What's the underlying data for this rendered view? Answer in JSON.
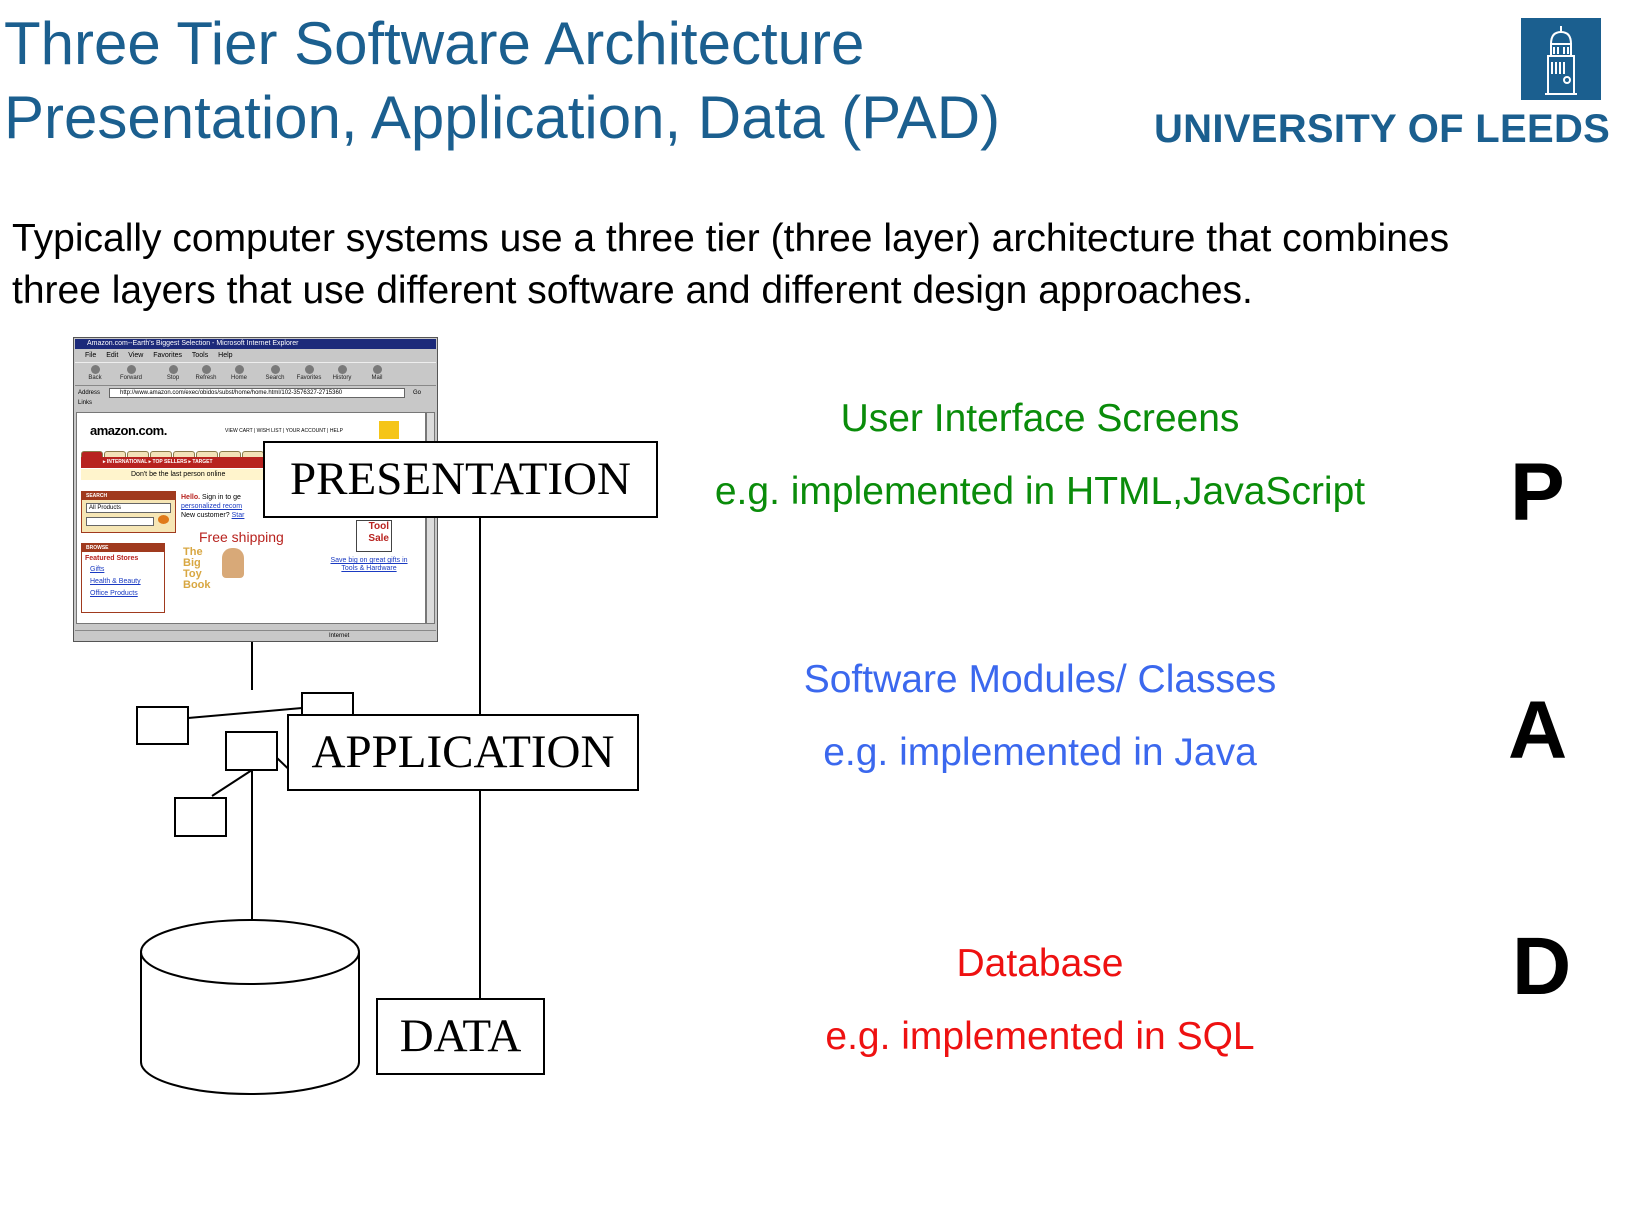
{
  "header": {
    "title_line1": "Three Tier Software Architecture",
    "title_line2": "Presentation, Application, Data (PAD)",
    "logo_text": "UNIVERSITY OF LEEDS",
    "brand_color": "#1b5f8f"
  },
  "intro": {
    "line1": "Typically computer systems use a three tier (three layer) architecture that combines",
    "line2": "three layers that use different software and different design approaches."
  },
  "browser_screenshot": {
    "window_title": "Amazon.com--Earth's Biggest Selection - Microsoft Internet Explorer",
    "menu": [
      "File",
      "Edit",
      "View",
      "Favorites",
      "Tools",
      "Help"
    ],
    "toolbar": [
      "Back",
      "Forward",
      "Stop",
      "Refresh",
      "Home",
      "Search",
      "Favorites",
      "History",
      "Mail"
    ],
    "address_label": "Address",
    "address_url": "http://www.amazon.com/exec/obidos/subst/home/home.html/102-3576327-2715360",
    "go_label": "Go",
    "links_label": "Links",
    "status_text": "Internet",
    "page": {
      "logo": "amazon.com.",
      "top_links": "VIEW CART | WISH LIST | YOUR ACCOUNT | HELP",
      "red_bar": "▸ INTERNATIONAL  ▸ TOP SELLERS  ▸ TARGET",
      "notice": "Don't be the last person online",
      "search_head": "SEARCH",
      "search_select": "All Products",
      "hello_bold": "Hello.",
      "hello_text": " Sign in to ge",
      "hello_link": "personalized recom",
      "new_customer": "New customer? ",
      "start_link": "Star",
      "free_shipping": "Free shipping",
      "big_toy": "The Big Toy Book",
      "sale": "Tool Sale",
      "save_big": "Save big on great gifts in Tools & Hardware",
      "browse_head": "BROWSE",
      "featured": "Featured Stores",
      "browse_items": [
        "Gifts",
        "Health & Beauty",
        "Office Products"
      ]
    }
  },
  "diagram": {
    "presentation_label": "PRESENTATION",
    "application_label": "APPLICATION",
    "data_label": "DATA"
  },
  "tiers": {
    "presentation": {
      "heading": "User Interface Screens",
      "detail": "e.g. implemented in HTML,JavaScript",
      "letter": "P",
      "color": "#0a8c0a"
    },
    "application": {
      "heading": "Software Modules/ Classes",
      "detail": "e.g. implemented in Java",
      "letter": "A",
      "color": "#3b68ee"
    },
    "data": {
      "heading": "Database",
      "detail": "e.g. implemented in SQL",
      "letter": "D",
      "color": "#ee1111"
    }
  }
}
